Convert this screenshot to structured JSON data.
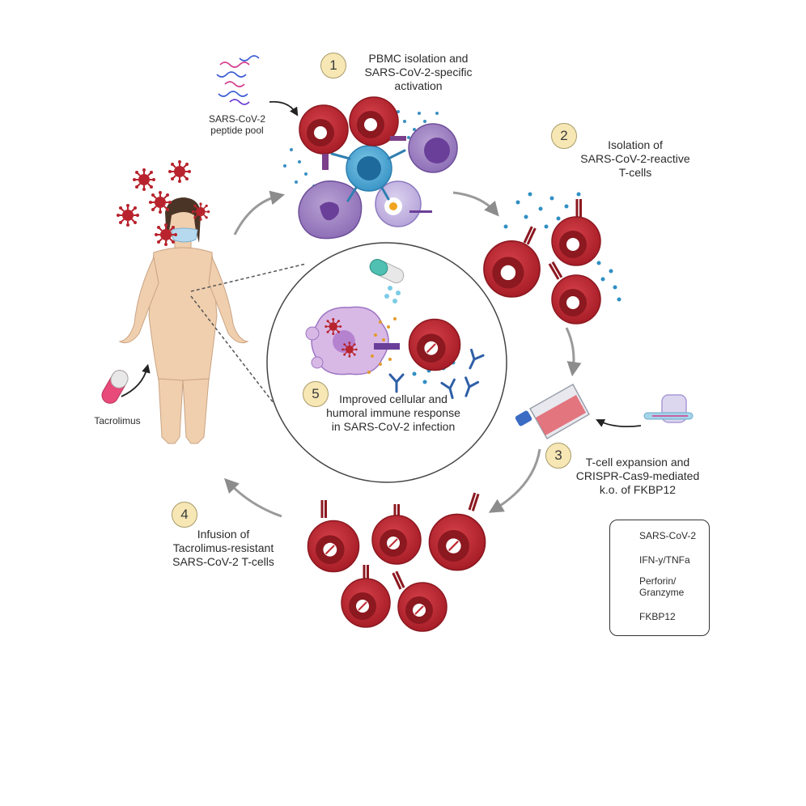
{
  "steps": [
    {
      "num": "1",
      "lines": [
        "PBMC isolation and",
        "SARS-CoV-2-specific",
        "activation"
      ]
    },
    {
      "num": "2",
      "lines": [
        "Isolation of",
        "SARS-CoV-2-reactive",
        "T-cells"
      ]
    },
    {
      "num": "3",
      "lines": [
        "T-cell expansion and",
        "CRISPR-Cas9-mediated",
        "k.o. of FKBP12"
      ]
    },
    {
      "num": "4",
      "lines": [
        "Infusion of",
        "Tacrolimus-resistant",
        "SARS-CoV-2 T-cells"
      ]
    },
    {
      "num": "5",
      "lines": [
        "Improved cellular and",
        "humoral immune response",
        "in SARS-CoV-2 infection"
      ]
    }
  ],
  "labels": {
    "peptide_pool": [
      "SARS-CoV-2",
      "peptide pool"
    ],
    "tacrolimus": "Tacrolimus"
  },
  "legend": {
    "items": [
      {
        "icon": "virus-icon",
        "label": "SARS-CoV-2"
      },
      {
        "icon": "cytokine-dot-icon",
        "label": "IFN-y/TNFa"
      },
      {
        "icon": "granule-dots-icon",
        "label": "Perforin/\nGranzyme"
      },
      {
        "icon": "fkbp12-icon",
        "label": "FKBP12"
      }
    ]
  },
  "colors": {
    "tcell_red": "#b8232d",
    "tcell_dark": "#8c1820",
    "cytokine_blue": "#2f8fc4",
    "granule_orange": "#e39a2a",
    "fkbp12_orange": "#f0a420",
    "step_badge": "#f6e7b4",
    "arrow_gray": "#8c8c8c",
    "skin": "#f0cfae"
  }
}
